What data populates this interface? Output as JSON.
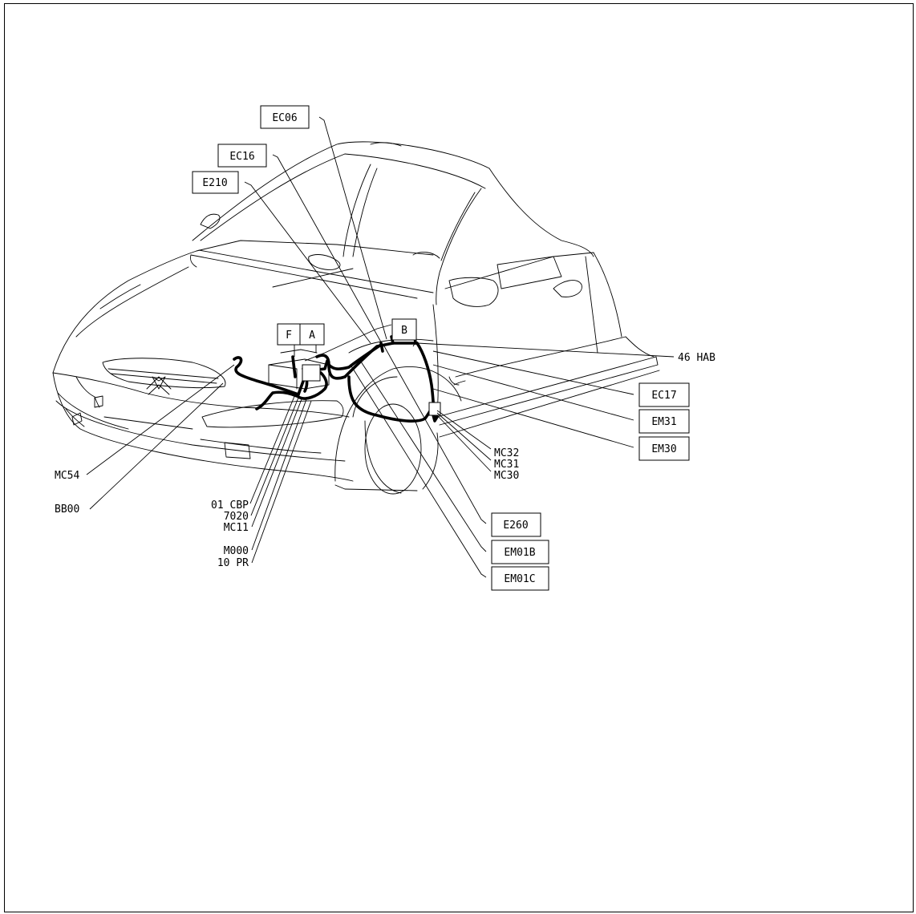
{
  "diagram": {
    "boxed_labels": {
      "ec06": "EC06",
      "ec16": "EC16",
      "e210": "E210",
      "f": "F",
      "a": "A",
      "b": "B",
      "ec17": "EC17",
      "em31": "EM31",
      "em30": "EM30",
      "e260": "E260",
      "em01b": "EM01B",
      "em01c": "EM01C"
    },
    "plain_labels": {
      "hab46": "46 HAB",
      "mc32": "MC32",
      "mc31": "MC31",
      "mc30": "MC30",
      "mc54": "MC54",
      "bb00": "BB00",
      "cbp01": "01 CBP",
      "c7020": "7020",
      "mc11": "MC11",
      "m000": "M000",
      "pr10": "10 PR"
    }
  }
}
